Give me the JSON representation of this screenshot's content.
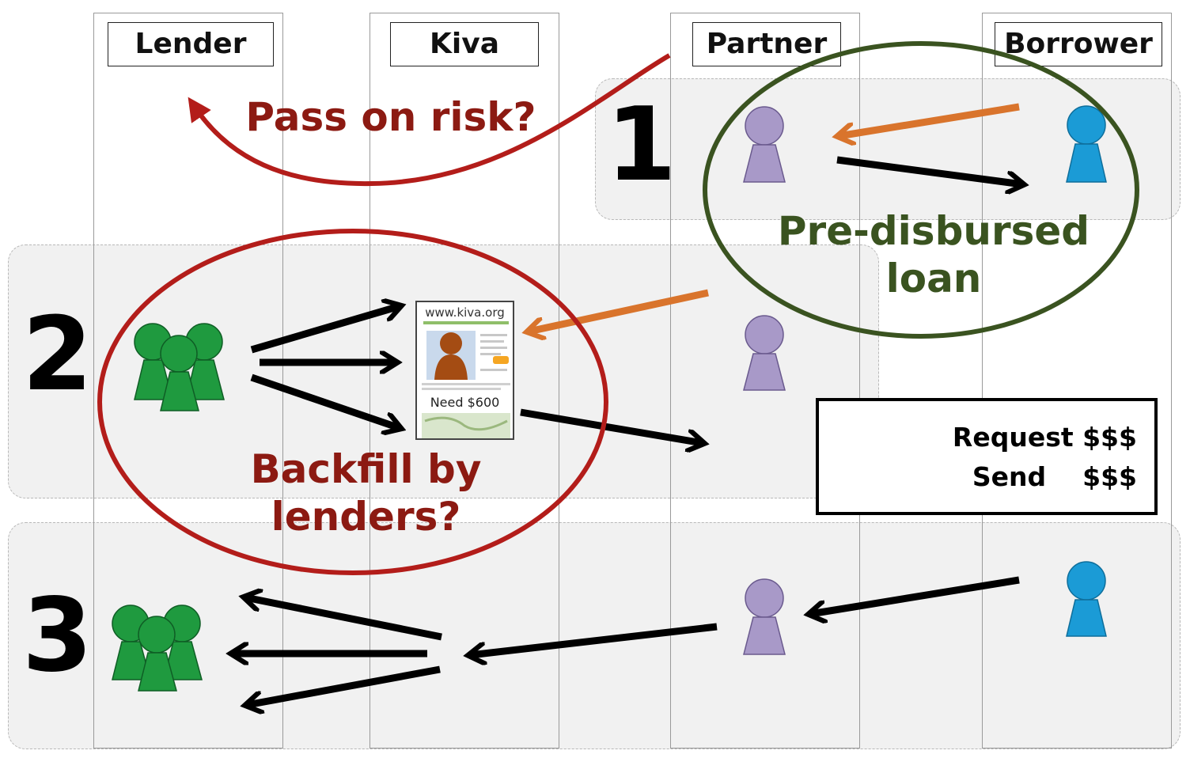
{
  "lanes": {
    "lender": "Lender",
    "kiva": "Kiva",
    "partner": "Partner",
    "borrower": "Borrower"
  },
  "steps": [
    "1",
    "2",
    "3"
  ],
  "annotations": {
    "pass_on_risk": "Pass on risk?",
    "pre_disbursed": "Pre-disbursed loan",
    "backfill": "Backfill by lenders?"
  },
  "kiva_card": {
    "url": "www.kiva.org",
    "need": "Need $600"
  },
  "legend": {
    "request": "Request $$$",
    "send": "Send    $$$"
  },
  "colors": {
    "request_arrow": "#d9742c",
    "send_arrow": "#000000",
    "risk_red": "#b31d1a",
    "annotation_red": "#8c1a12",
    "annotation_green": "#3a5320",
    "lender_green": "#1f9a3f",
    "partner_purple": "#a899c8",
    "borrower_blue": "#1b9bd6"
  },
  "icons": {
    "lender": "lender-group-icon",
    "partner": "partner-person-icon",
    "borrower": "borrower-person-icon",
    "kiva_profile": "kiva-profile-card"
  }
}
